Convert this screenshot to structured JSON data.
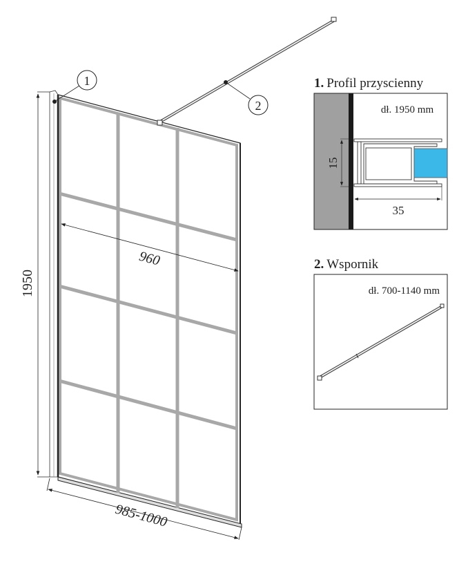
{
  "main": {
    "height_dim": "1950",
    "glass_width_dim": "960",
    "total_width_dim": "985-1000",
    "callout_1": "1",
    "callout_2": "2"
  },
  "detail_1": {
    "number": "1.",
    "title": "Profil przyscienny",
    "length": "dł. 1950 mm",
    "dim_height": "15",
    "dim_width": "35"
  },
  "detail_2": {
    "number": "2.",
    "title": "Wspornik",
    "length": "dł. 700-1140 mm"
  },
  "colors": {
    "frame": "#a8a8a8",
    "wall": "#a0a0a0",
    "glass": "#3bb8e8",
    "line": "#222222"
  }
}
